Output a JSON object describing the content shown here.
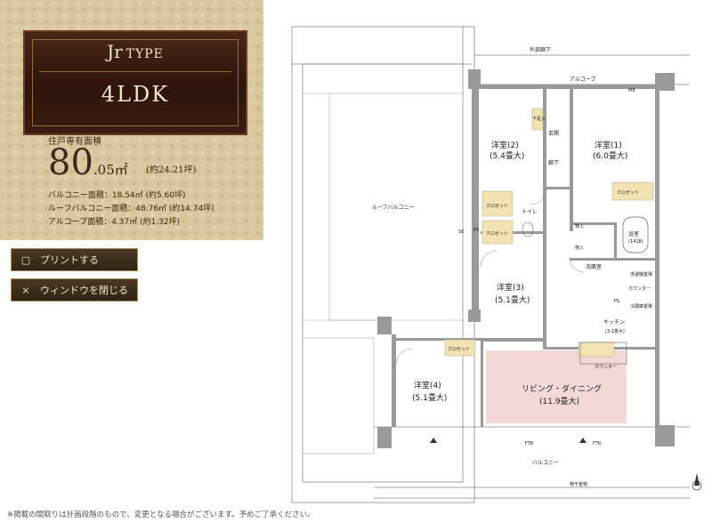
{
  "type_box": {
    "title_main": "Jr",
    "title_sub": "TYPE",
    "layout": "4LDK"
  },
  "area": {
    "label": "住戸専有面積",
    "integer": "80",
    "decimal": ".05㎡",
    "tsubo": "(約24.21坪)",
    "balcony": "バルコニー面積：18.54㎡ (約5.60坪)",
    "roof_balcony": "ルーフバルコニー面積：48.76㎡ (約14.74坪)",
    "alcove": "アルコーブ面積：4.37㎡ (約1.32坪)"
  },
  "buttons": {
    "print": "プリントする",
    "close": "ウィンドウを閉じる"
  },
  "icons": {
    "print": "print-icon",
    "close": "close-icon"
  },
  "plan": {
    "outer_corridor": "外部廊下",
    "alcove": "アルコーブ",
    "mb": "MB",
    "roof_balcony": "ルーフバルコニー",
    "sk": "SK",
    "entrance": "玄関",
    "shoe_box": "下足入",
    "corridor": "廊下",
    "room2_name": "洋室(2)",
    "room2_size": "(5.4畳大)",
    "room1_name": "洋室(1)",
    "room1_size": "(6.0畳大)",
    "closet": "クロゼット",
    "toilet": "トイレ",
    "ps": "PS",
    "storage": "物入",
    "bath_name": "浴室",
    "bath_size": "(1418)",
    "washroom": "洗面室",
    "washer": "洗濯機置場",
    "counter": "カウンター",
    "room3_name": "洋室(3)",
    "room3_size": "(5.1畳大)",
    "kitchen_name": "キッチン",
    "kitchen_size": "(3.1畳大)",
    "fridge": "冷蔵庫置場",
    "room4_name": "洋室(4)",
    "room4_size": "(5.1畳大)",
    "living_name": "リビング・ダイニング",
    "living_size": "(11.9畳大)",
    "balcony": "バルコニー",
    "pipe": "物干金物",
    "ftr": "FTR"
  },
  "colors": {
    "living_highlight": "#f2d9d6",
    "wall": "#999999",
    "closet_fill": "#f3e3b3"
  },
  "footnote": "※掲載の間取りは計画段階のもので、変更となる場合がございます。予めご了承ください。"
}
